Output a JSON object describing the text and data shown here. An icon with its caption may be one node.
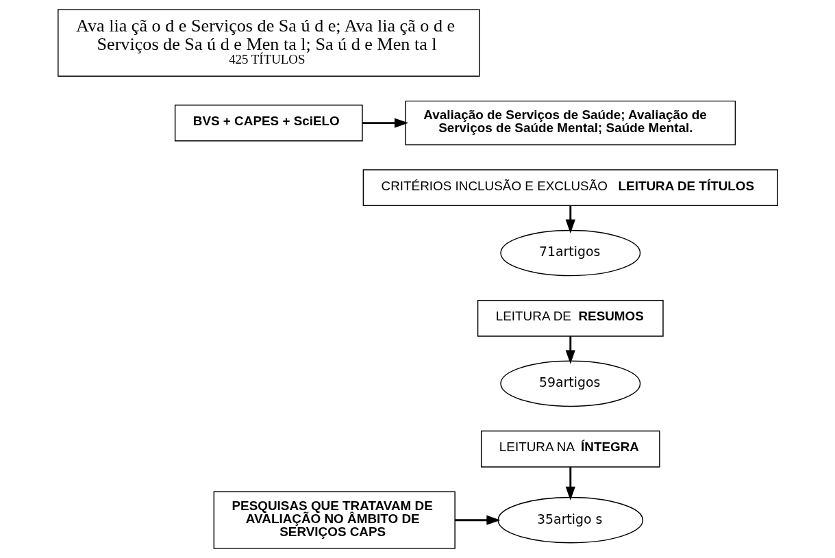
{
  "diagram": {
    "nodes": [
      {
        "text": [
          "Ava lia çã o d e Serviços de Sa ú d e; Ava lia çã o d e Serviços de Sa ú d e Men ta l; Sa ú d e Men ta l",
          "425 TÍTULOS"
        ]
      },
      {
        "text": [
          "BVS + CAPES + SciELO"
        ]
      },
      {
        "text": [
          "Avaliação de Serviços de Saúde; Avaliação de Serviços de Saúde Mental; Saúde Mental."
        ]
      },
      {
        "text": [
          "CRITÉRIOS INCLUSÃO E EXCLUSÃO **LEITURA DE TÍTULOS**"
        ]
      },
      {
        "text": [
          "71artigos"
        ]
      },
      {
        "text": [
          "LEITURA DE **RESUMOS**"
        ]
      },
      {
        "text": [
          "59artigos"
        ]
      },
      {
        "text": [
          "PESQUISAS QUE TRATAVAM DE AVALIAÇÃO NO ÂMBITO DE SERVIÇOS CAPS"
        ]
      },
      {
        "text": [
          "LEITURA NA **ÍNTEGRA**"
        ]
      },
      {
        "text": [
          "35artigo s"
        ]
      }
    ],
    "edges": [
      {
        "from": 1,
        "to": 2,
        "arrow": "to"
      },
      {
        "from": 3,
        "to": 4,
        "arrow": "to"
      },
      {
        "from": 5,
        "to": 6,
        "arrow": "to"
      },
      {
        "from": 8,
        "to": 9,
        "arrow": "to"
      },
      {
        "from": 7,
        "to": 9,
        "arrow": "to"
      }
    ]
  }
}
